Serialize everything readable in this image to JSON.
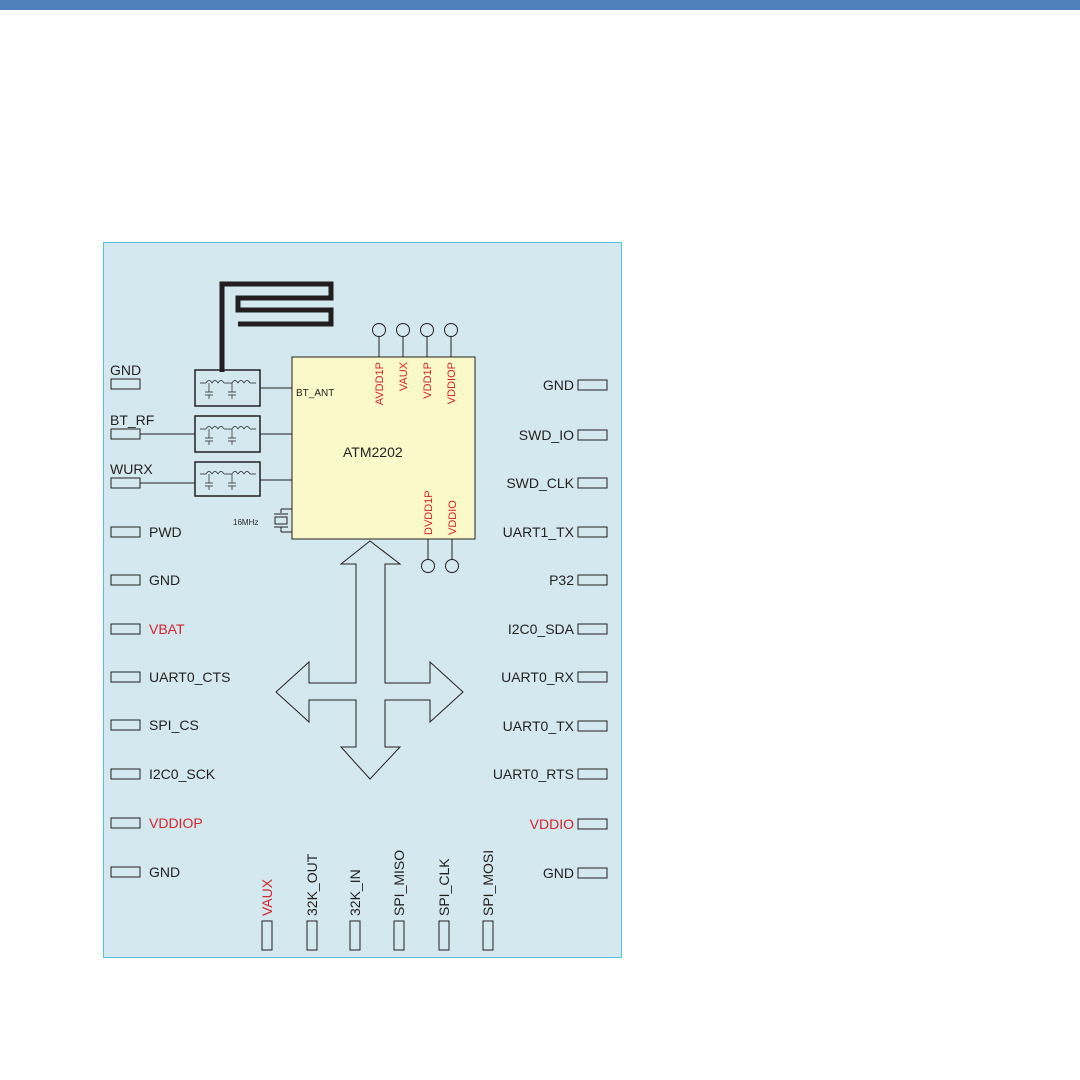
{
  "colors": {
    "top_bar": "#4f81bd",
    "board_bg": "#d4e9ef",
    "board_border": "#55c3e8",
    "chip_fill": "#fbf9c9",
    "power_label": "#d4232a",
    "label": "#231f20"
  },
  "chip": {
    "name": "ATM2202",
    "bt_ant_label": "BT_ANT",
    "crystal_label": "16MHz",
    "top_pins": [
      "AVDD1P",
      "VAUX",
      "VDD1P",
      "VDDIOP"
    ],
    "bottom_pins": [
      "DVDD1P",
      "VDDIO"
    ]
  },
  "left_pins": [
    {
      "label": "GND",
      "power": false
    },
    {
      "label": "BT_RF",
      "power": false
    },
    {
      "label": "WURX",
      "power": false
    },
    {
      "label": "PWD",
      "power": false
    },
    {
      "label": "GND",
      "power": false
    },
    {
      "label": "VBAT",
      "power": true
    },
    {
      "label": "UART0_CTS",
      "power": false
    },
    {
      "label": "SPI_CS",
      "power": false
    },
    {
      "label": "I2C0_SCK",
      "power": false
    },
    {
      "label": "VDDIOP",
      "power": true
    },
    {
      "label": "GND",
      "power": false
    }
  ],
  "right_pins": [
    {
      "label": "GND",
      "power": false
    },
    {
      "label": "SWD_IO",
      "power": false
    },
    {
      "label": "SWD_CLK",
      "power": false
    },
    {
      "label": "UART1_TX",
      "power": false
    },
    {
      "label": "P32",
      "power": false
    },
    {
      "label": "I2C0_SDA",
      "power": false
    },
    {
      "label": "UART0_RX",
      "power": false
    },
    {
      "label": "UART0_TX",
      "power": false
    },
    {
      "label": "UART0_RTS",
      "power": false
    },
    {
      "label": "VDDIO",
      "power": true
    },
    {
      "label": "GND",
      "power": false
    }
  ],
  "bottom_pins": [
    {
      "label": "VAUX",
      "power": true
    },
    {
      "label": "32K_OUT",
      "power": false
    },
    {
      "label": "32K_IN",
      "power": false
    },
    {
      "label": "SPI_MISO",
      "power": false
    },
    {
      "label": "SPI_CLK",
      "power": false
    },
    {
      "label": "SPI_MOSI",
      "power": false
    }
  ]
}
